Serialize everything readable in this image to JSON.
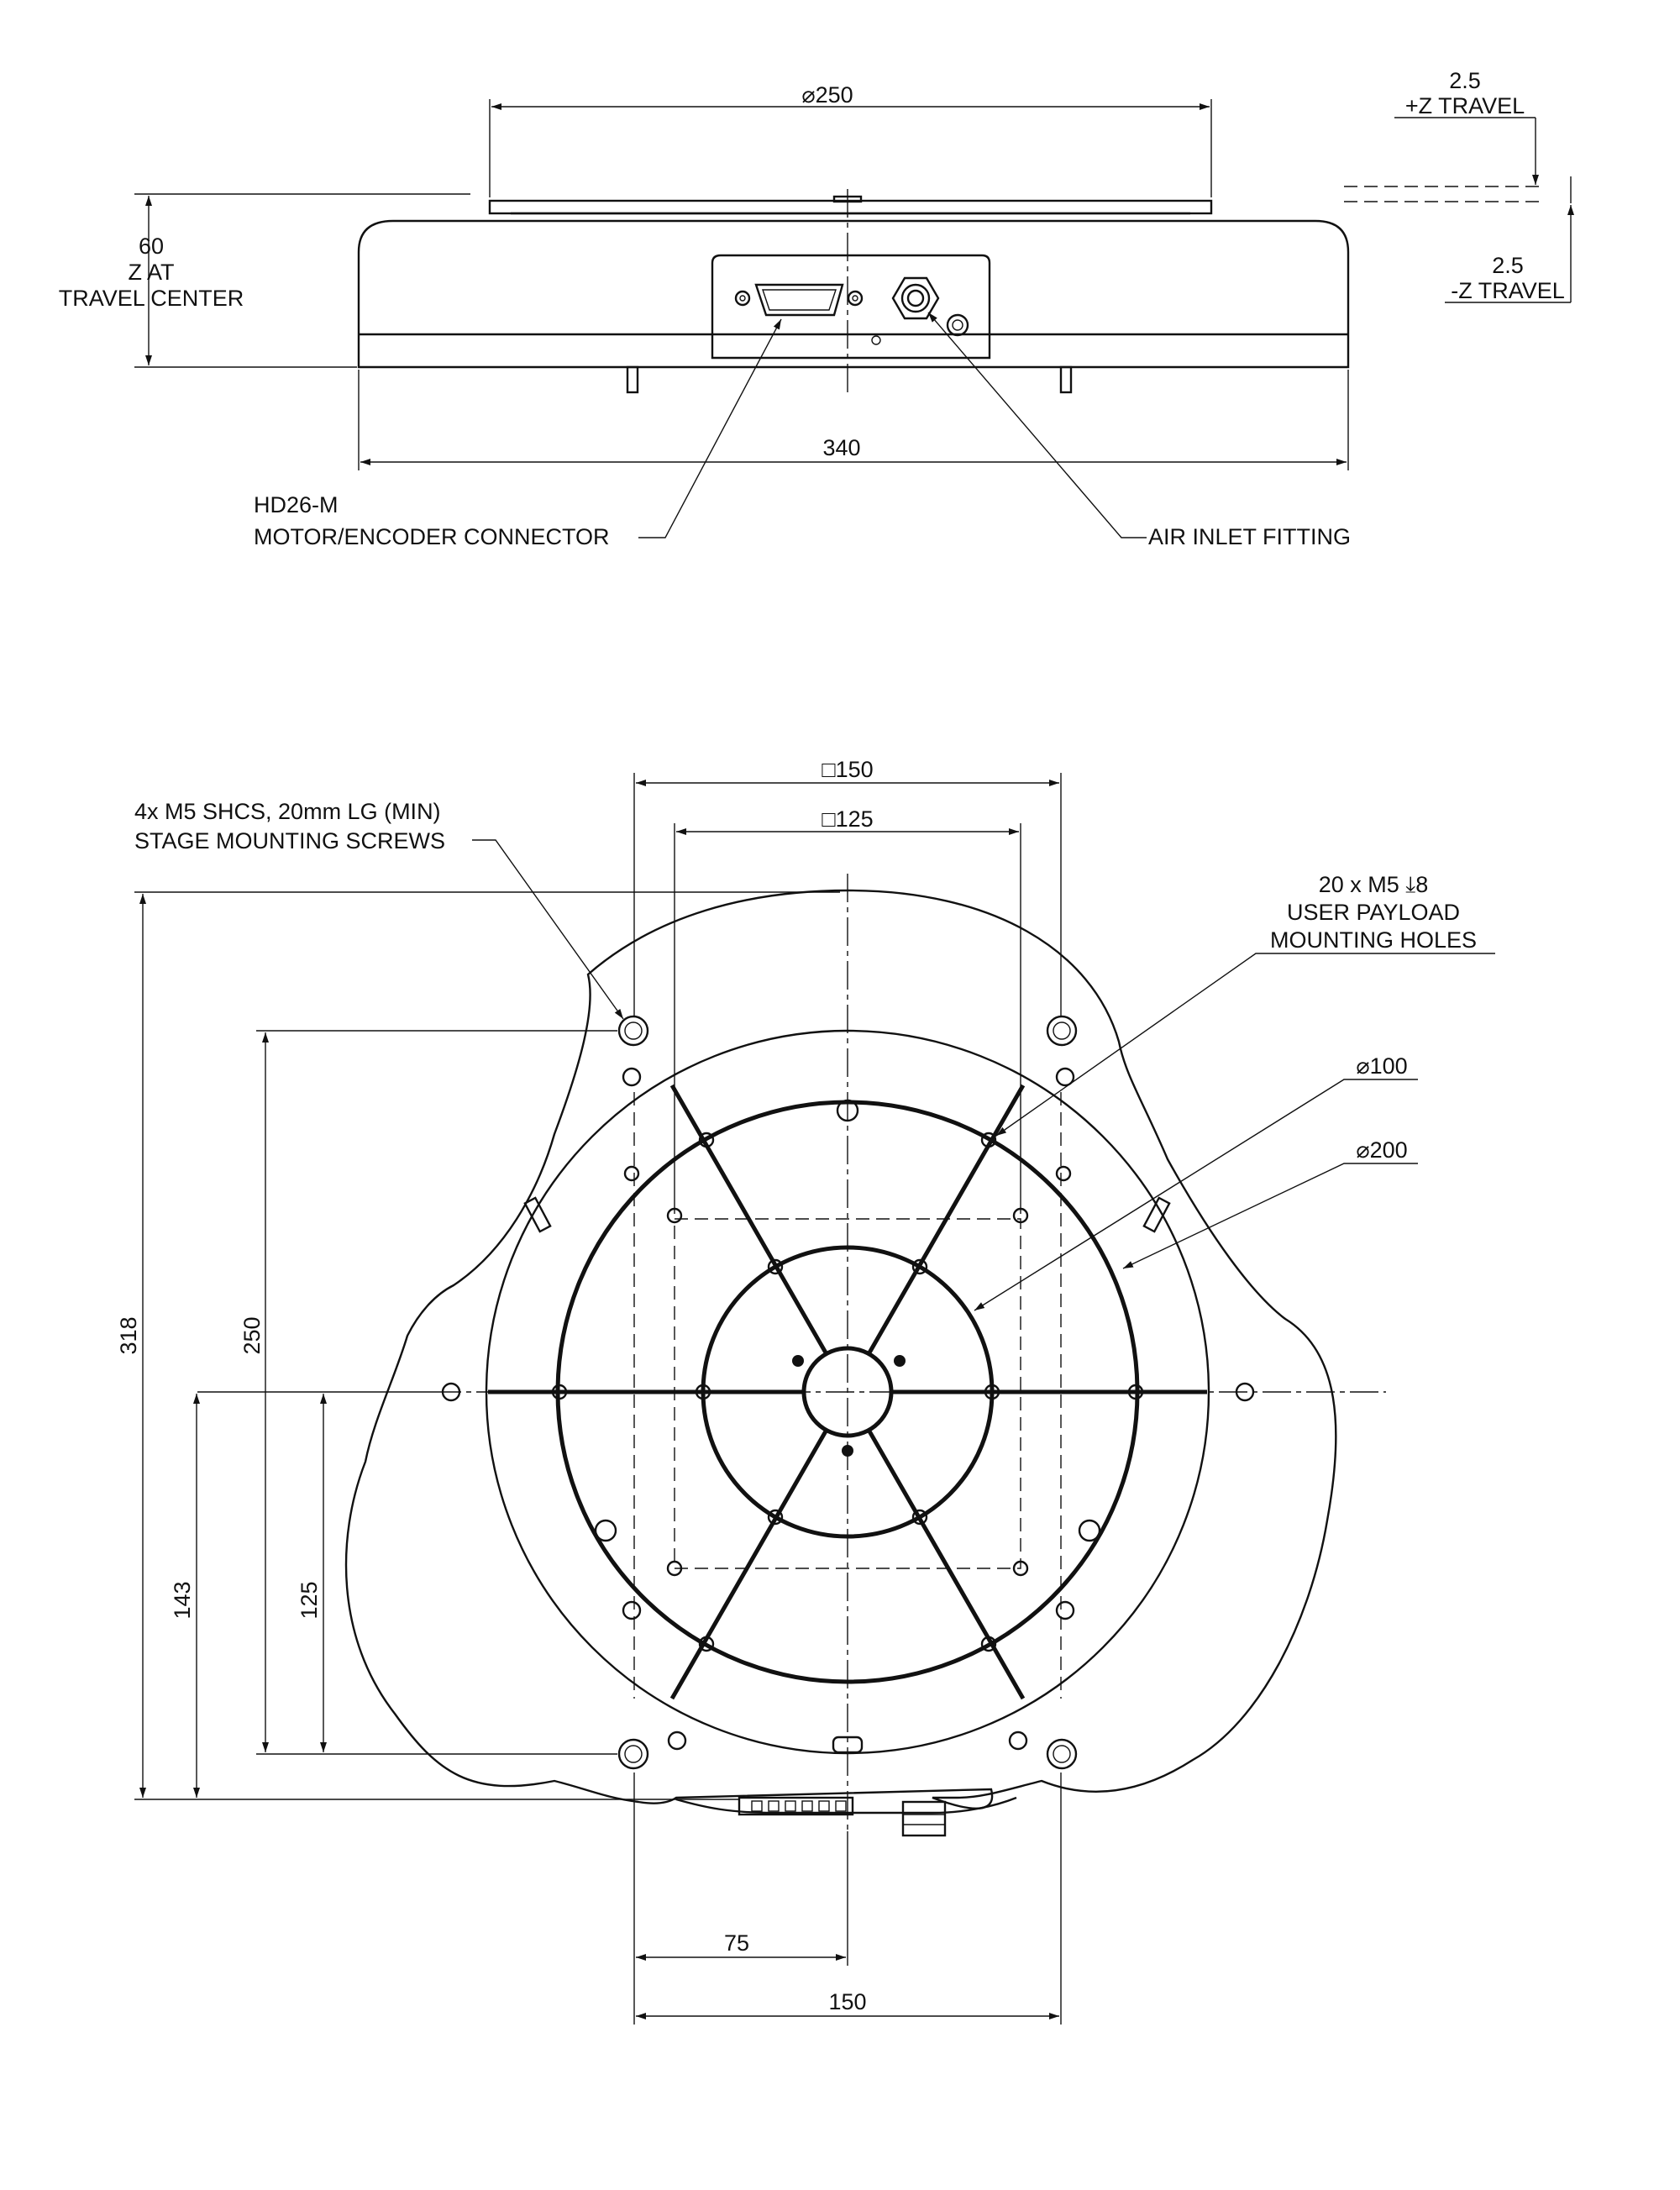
{
  "side_view": {
    "dims": {
      "diameter_250": "⌀250",
      "z_plus_value": "2.5",
      "z_plus_label": "+Z  TRAVEL",
      "z_minus_value": "2.5",
      "z_minus_label": "-Z TRAVEL",
      "height_value": "60",
      "height_label_1": "Z AT",
      "height_label_2": "TRAVEL CENTER",
      "width_340": "340"
    },
    "callouts": {
      "connector_line1": "HD26-M",
      "connector_line2": "MOTOR/ENCODER CONNECTOR",
      "air_inlet": "AIR INLET FITTING"
    }
  },
  "top_view": {
    "dims": {
      "square_150": "□150",
      "square_125": "□125",
      "v_318": "318",
      "v_250": "250",
      "v_143": "143",
      "v_125": "125",
      "h_75": "75",
      "h_150": "150",
      "dia_100": "⌀100",
      "dia_200": "⌀200"
    },
    "callouts": {
      "screws_line1": "4x M5 SHCS, 20mm LG (MIN)",
      "screws_line2": "STAGE MOUNTING SCREWS",
      "holes_line1": "20 x M5 ⤓8",
      "holes_line2": "USER PAYLOAD",
      "holes_line3": "MOUNTING HOLES"
    }
  }
}
